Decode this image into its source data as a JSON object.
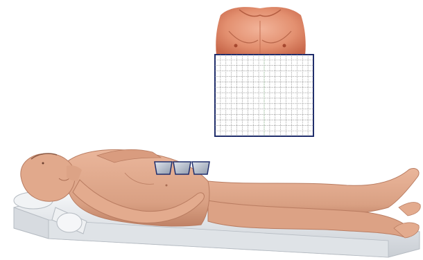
{
  "scene": {
    "background": "#ffffff",
    "skin_color": "#e0a88a",
    "skin_shadow": "#c98a6d",
    "table_color": "#e9ecef",
    "grid_border": "#1f2d6b",
    "grid_line": "#8a8a8a",
    "grid_center_line": "#4f8a4f",
    "block_fill": "#b9c2cf",
    "block_stroke": "#1f2d6b"
  },
  "figures": [
    {
      "name": "chest-crop"
    },
    {
      "name": "dose-grid"
    },
    {
      "name": "patient-on-table"
    },
    {
      "name": "wedge-blocks",
      "count": 3
    }
  ]
}
